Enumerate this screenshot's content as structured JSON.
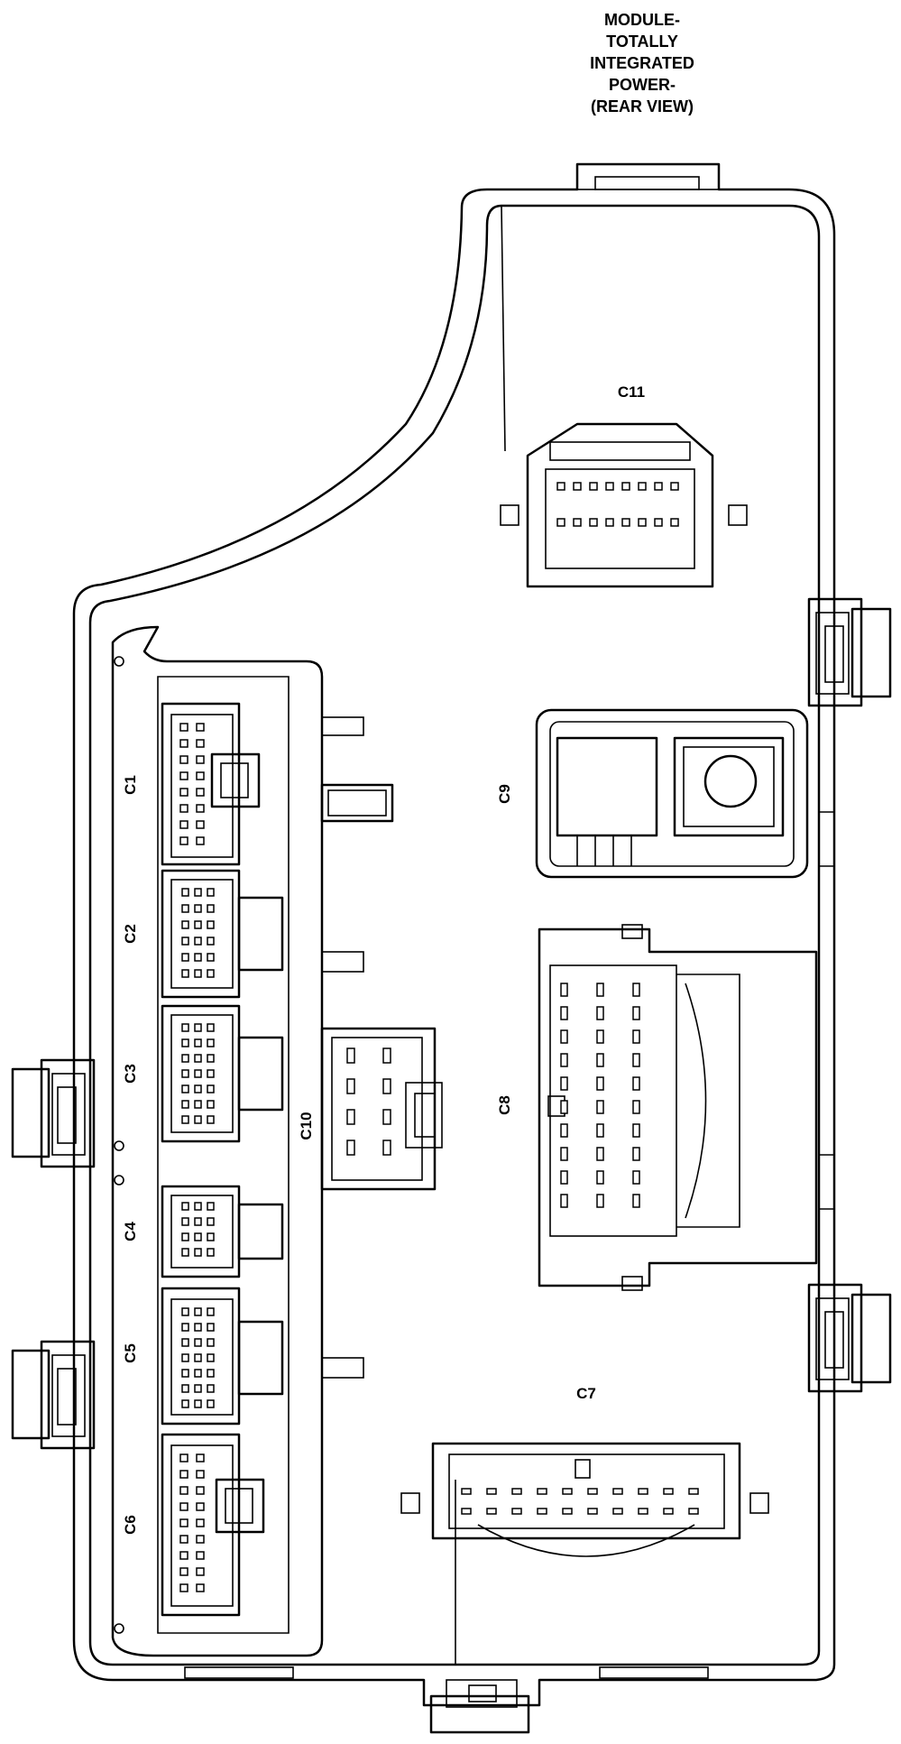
{
  "title_lines": [
    "MODULE-",
    "TOTALLY",
    "INTEGRATED",
    "POWER-",
    "(REAR VIEW)"
  ],
  "connectors": {
    "c1": "C1",
    "c2": "C2",
    "c3": "C3",
    "c4": "C4",
    "c5": "C5",
    "c6": "C6",
    "c7": "C7",
    "c8": "C8",
    "c9": "C9",
    "c10": "C10",
    "c11": "C11"
  }
}
